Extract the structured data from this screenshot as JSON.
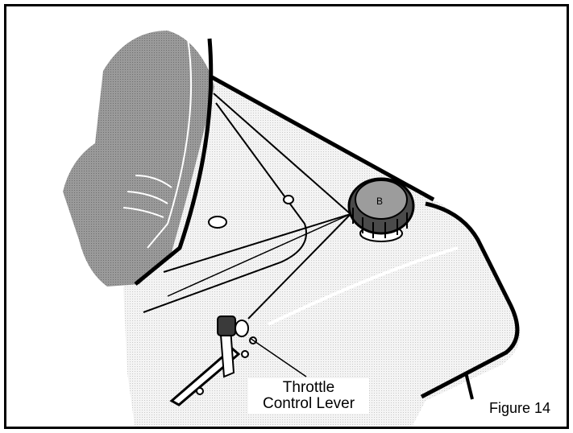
{
  "callout": {
    "line1": "Throttle",
    "line2": "Control Lever"
  },
  "caption": "Figure 14",
  "colors": {
    "frame": "#000000",
    "fender_fill": "#8f8f8f",
    "body_fill": "#eaeaea",
    "cap_fill": "#4a4a4a"
  },
  "icons": [
    "mower-fender",
    "fuel-cap",
    "throttle-lever"
  ]
}
